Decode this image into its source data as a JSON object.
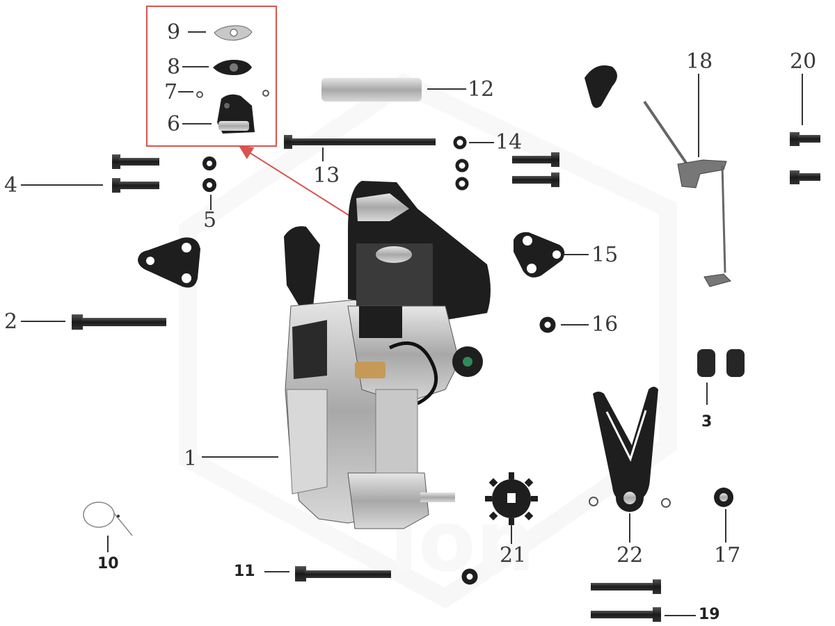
{
  "diagram": {
    "parts": [
      {
        "id": "part-1",
        "label": "1"
      },
      {
        "id": "part-2",
        "label": "2"
      },
      {
        "id": "part-3",
        "label": "3"
      },
      {
        "id": "part-4",
        "label": "4"
      },
      {
        "id": "part-5",
        "label": "5"
      },
      {
        "id": "part-6",
        "label": "6"
      },
      {
        "id": "part-7",
        "label": "7"
      },
      {
        "id": "part-8",
        "label": "8"
      },
      {
        "id": "part-9",
        "label": "9"
      },
      {
        "id": "part-10",
        "label": "10"
      },
      {
        "id": "part-11",
        "label": "11"
      },
      {
        "id": "part-12",
        "label": "12"
      },
      {
        "id": "part-13",
        "label": "13"
      },
      {
        "id": "part-14",
        "label": "14"
      },
      {
        "id": "part-15",
        "label": "15"
      },
      {
        "id": "part-16",
        "label": "16"
      },
      {
        "id": "part-17",
        "label": "17"
      },
      {
        "id": "part-18",
        "label": "18"
      },
      {
        "id": "part-19",
        "label": "19"
      },
      {
        "id": "part-20",
        "label": "20"
      },
      {
        "id": "part-21",
        "label": "21"
      },
      {
        "id": "part-22",
        "label": "22"
      }
    ],
    "colors": {
      "leader_line": "#333333",
      "callout_box": "#d9534f",
      "part_dark": "#1e1e1e",
      "part_metal": "#b9b9b9",
      "watermark": "#f4f4f4"
    }
  }
}
